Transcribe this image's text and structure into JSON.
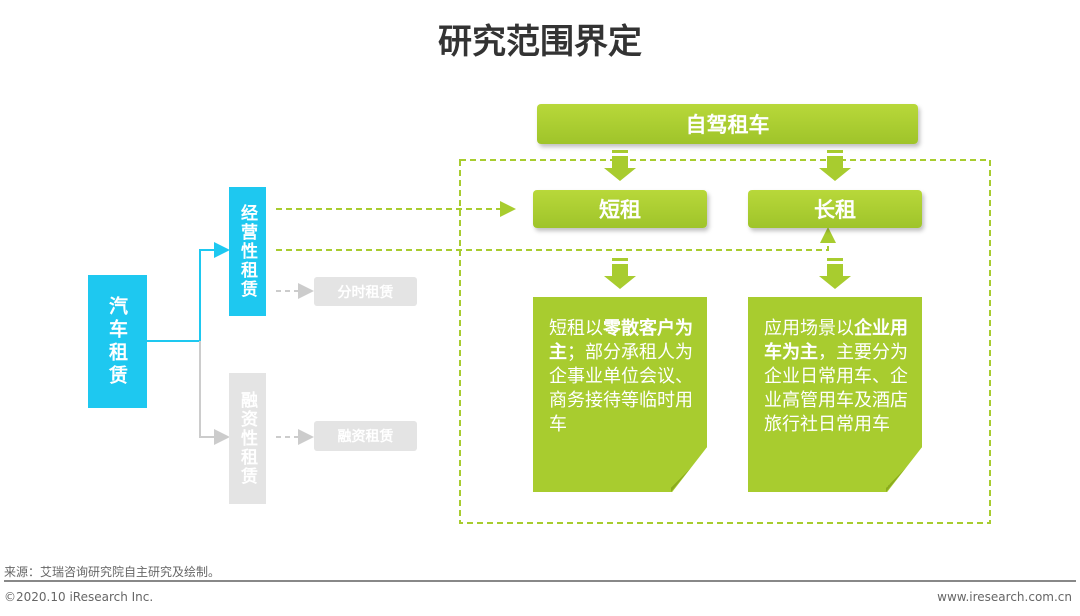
{
  "title": "研究范围界定",
  "self_drive": "自驾租车",
  "short_rent": "短租",
  "long_rent": "长租",
  "short_note": {
    "p1": "短租以",
    "b1": "零散客户为主",
    "p2": "；部分承租人为企事业单位会议、 商务接待等临时用车"
  },
  "long_note": {
    "p1": "应用场景以",
    "b1": "企业用车为主",
    "p2": "，主要分为企业日常用车、企业高管用车及酒店旅行社日常用车"
  },
  "car_rental": "汽车租赁",
  "operating_lease": "经营性租赁",
  "finance_lease": "融资性租赁",
  "timeshare": "分时租赁",
  "financial_rental": "融资租赁",
  "footer": {
    "source": "来源：艾瑞咨询研究院自主研究及绘制。",
    "copyright": "©2020.10 iResearch Inc.",
    "website": "www.iresearch.com.cn"
  },
  "colors": {
    "green": "#a8cc2f",
    "cyan": "#1ec8f0",
    "gray": "#e4e4e4"
  }
}
